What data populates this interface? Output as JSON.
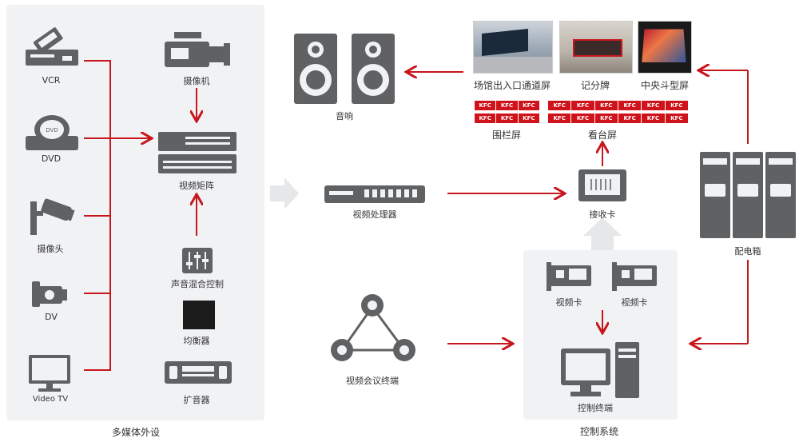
{
  "sections": {
    "multimedia": "多媒体外设",
    "control": "控制系统"
  },
  "peripherals": {
    "vcr": "VCR",
    "dvd": "DVD",
    "camera": "摄像头",
    "dv": "DV",
    "tv": "Video TV"
  },
  "center": {
    "camcorder": "摄像机",
    "matrix": "视频矩阵",
    "mixer": "声音混合控制",
    "equalizer": "均衡器",
    "amplifier": "扩音器"
  },
  "middle": {
    "speaker": "音响",
    "processor": "视频处理器",
    "conference": "视频会议终端"
  },
  "screens": {
    "entrance": "场馆出入口通道屏",
    "score": "记分牌",
    "funnel": "中央斗型屏",
    "fence": "围栏屏",
    "stand": "看台屏"
  },
  "kfc": "KFC",
  "receiver": "接收卡",
  "power": "配电箱",
  "control_items": {
    "card1": "视频卡",
    "card2": "视频卡",
    "terminal": "控制终端"
  },
  "colors": {
    "arrow": "#c8161d",
    "device": "#5f6163",
    "panel": "#f1f2f4"
  }
}
